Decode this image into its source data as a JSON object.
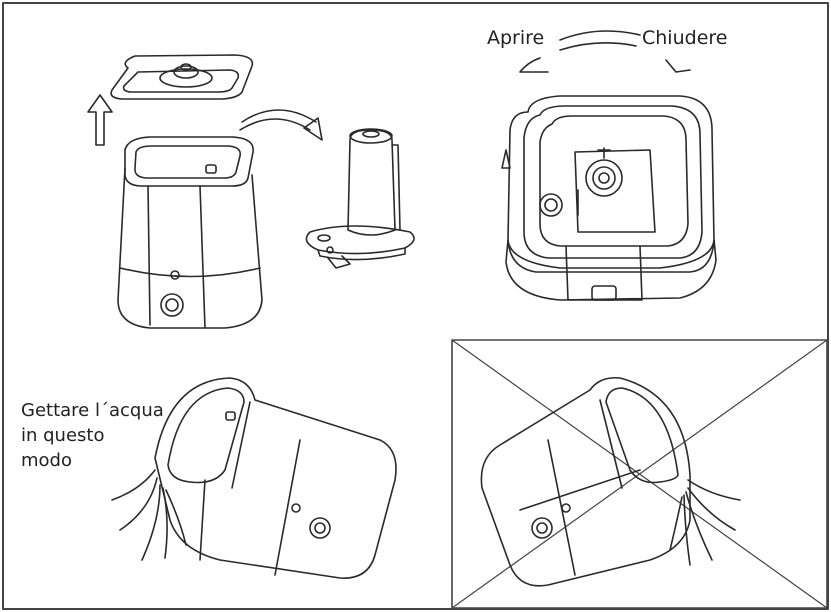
{
  "labels": {
    "open": "Aprire",
    "close": "Chiudere"
  },
  "instruction": {
    "lines": [
      "Gettare l´acqua",
      "in questo",
      "modo"
    ]
  },
  "colors": {
    "line": "#2a2a2a",
    "frame": "#444444",
    "background": "#ffffff"
  }
}
